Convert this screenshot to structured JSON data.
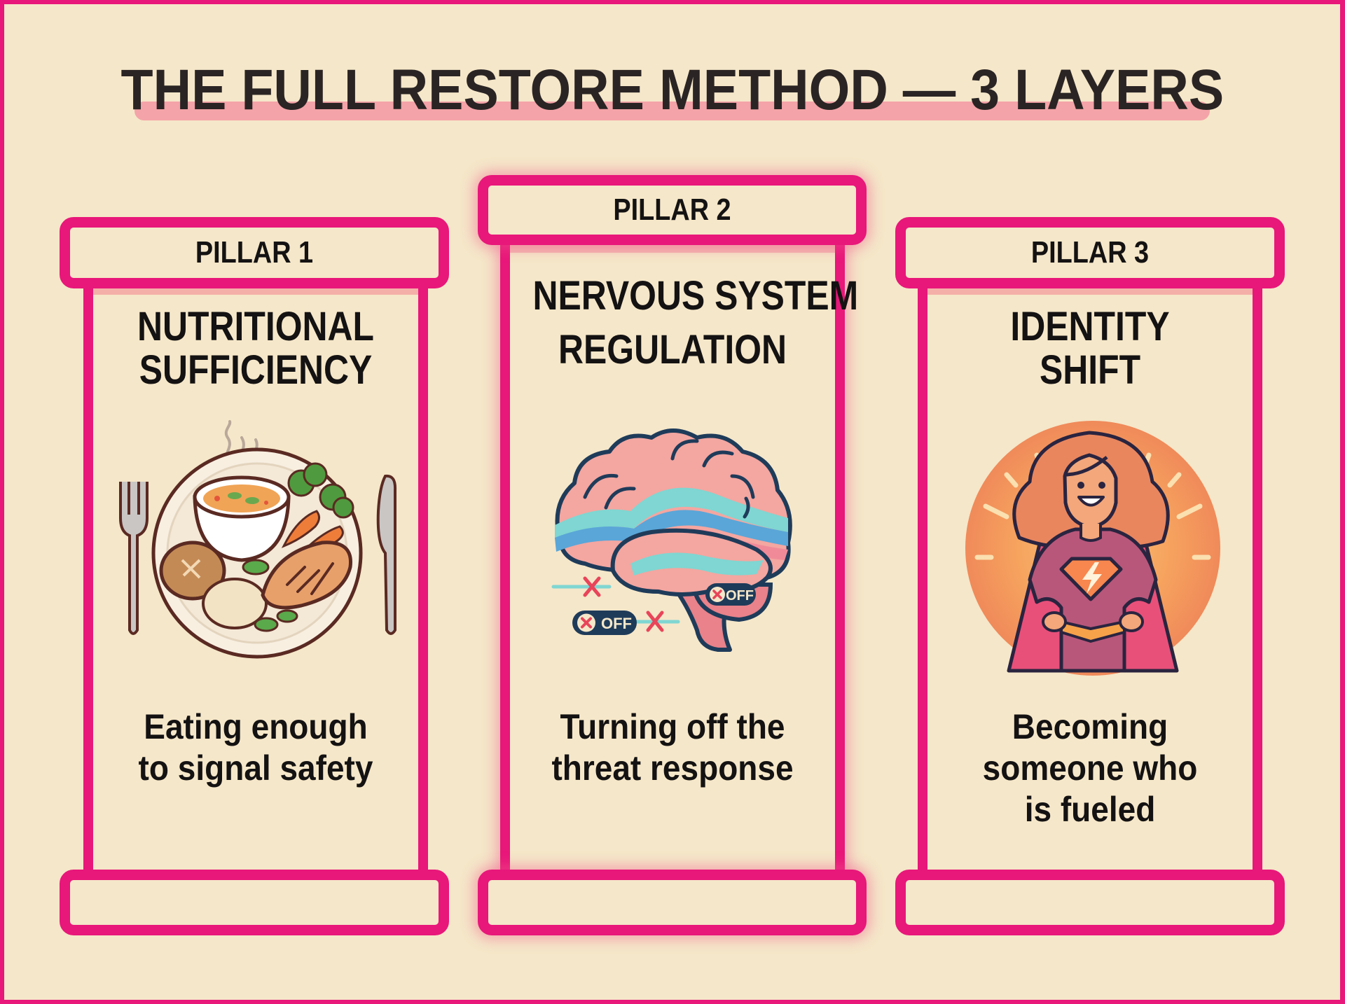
{
  "title": "THE FULL RESTORE METHOD — 3 LAYERS",
  "colors": {
    "background": "#f5e7c9",
    "frame": "#e8177a",
    "pillar_border": "#e8177a",
    "title_text": "#2a2424",
    "title_highlight": "#f4a3a8",
    "body_text": "#141212"
  },
  "pillars": [
    {
      "label": "PILLAR 1",
      "heading_lines": [
        "NUTRITIONAL",
        "SUFFICIENCY"
      ],
      "illustration": "plate-of-food-icon",
      "description_lines": [
        "Eating enough",
        "to signal safety"
      ],
      "highlighted": false
    },
    {
      "label": "PILLAR 2",
      "heading_lines": [
        "NERVOUS SYSTEM",
        "REGULATION"
      ],
      "illustration": "brain-icon",
      "badges": [
        "OFF",
        "OFF"
      ],
      "description_lines": [
        "Turning off the",
        "threat response"
      ],
      "highlighted": true
    },
    {
      "label": "PILLAR 3",
      "heading_lines": [
        "IDENTITY",
        "SHIFT"
      ],
      "illustration": "superhero-woman-icon",
      "description_lines": [
        "Becoming",
        "someone who",
        "is fueled"
      ],
      "highlighted": false
    }
  ]
}
